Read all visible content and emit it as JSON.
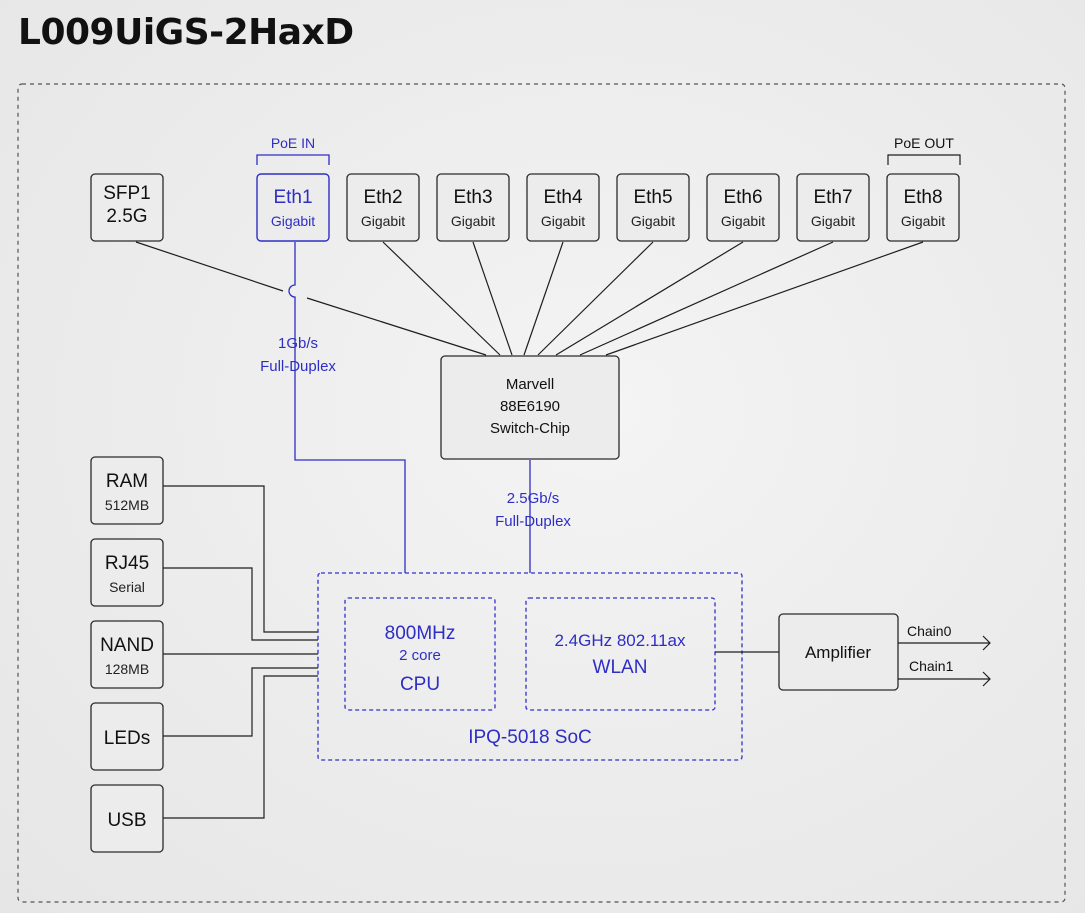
{
  "title": "L009UiGS-2HaxD",
  "ports": [
    {
      "id": "sfp1",
      "name": "SFP1",
      "speed": "2.5G"
    },
    {
      "id": "eth1",
      "name": "Eth1",
      "speed": "Gigabit"
    },
    {
      "id": "eth2",
      "name": "Eth2",
      "speed": "Gigabit"
    },
    {
      "id": "eth3",
      "name": "Eth3",
      "speed": "Gigabit"
    },
    {
      "id": "eth4",
      "name": "Eth4",
      "speed": "Gigabit"
    },
    {
      "id": "eth5",
      "name": "Eth5",
      "speed": "Gigabit"
    },
    {
      "id": "eth6",
      "name": "Eth6",
      "speed": "Gigabit"
    },
    {
      "id": "eth7",
      "name": "Eth7",
      "speed": "Gigabit"
    },
    {
      "id": "eth8",
      "name": "Eth8",
      "speed": "Gigabit"
    }
  ],
  "poe_in": "PoE IN",
  "poe_out": "PoE OUT",
  "eth1_link": {
    "line1": "1Gb/s",
    "line2": "Full-Duplex"
  },
  "switch_chip": {
    "line1": "Marvell",
    "line2": "88E6190",
    "line3": "Switch-Chip"
  },
  "switch_link": {
    "line1": "2.5Gb/s",
    "line2": "Full-Duplex"
  },
  "peripherals": [
    {
      "id": "ram",
      "name": "RAM",
      "detail": "512MB"
    },
    {
      "id": "rj45",
      "name": "RJ45",
      "detail": "Serial"
    },
    {
      "id": "nand",
      "name": "NAND",
      "detail": "128MB"
    },
    {
      "id": "leds",
      "name": "LEDs",
      "detail": ""
    },
    {
      "id": "usb",
      "name": "USB",
      "detail": ""
    }
  ],
  "soc": {
    "name": "IPQ-5018 SoC",
    "cpu": {
      "freq": "800MHz",
      "cores": "2 core",
      "label": "CPU"
    },
    "wlan": {
      "standard": "2.4GHz 802.11ax",
      "label": "WLAN"
    }
  },
  "amplifier": {
    "name": "Amplifier",
    "chain0": "Chain0",
    "chain1": "Chain1"
  },
  "colors": {
    "accent_blue": "#2e2ec4",
    "line": "#1e1e1e",
    "background": "#ececec"
  }
}
